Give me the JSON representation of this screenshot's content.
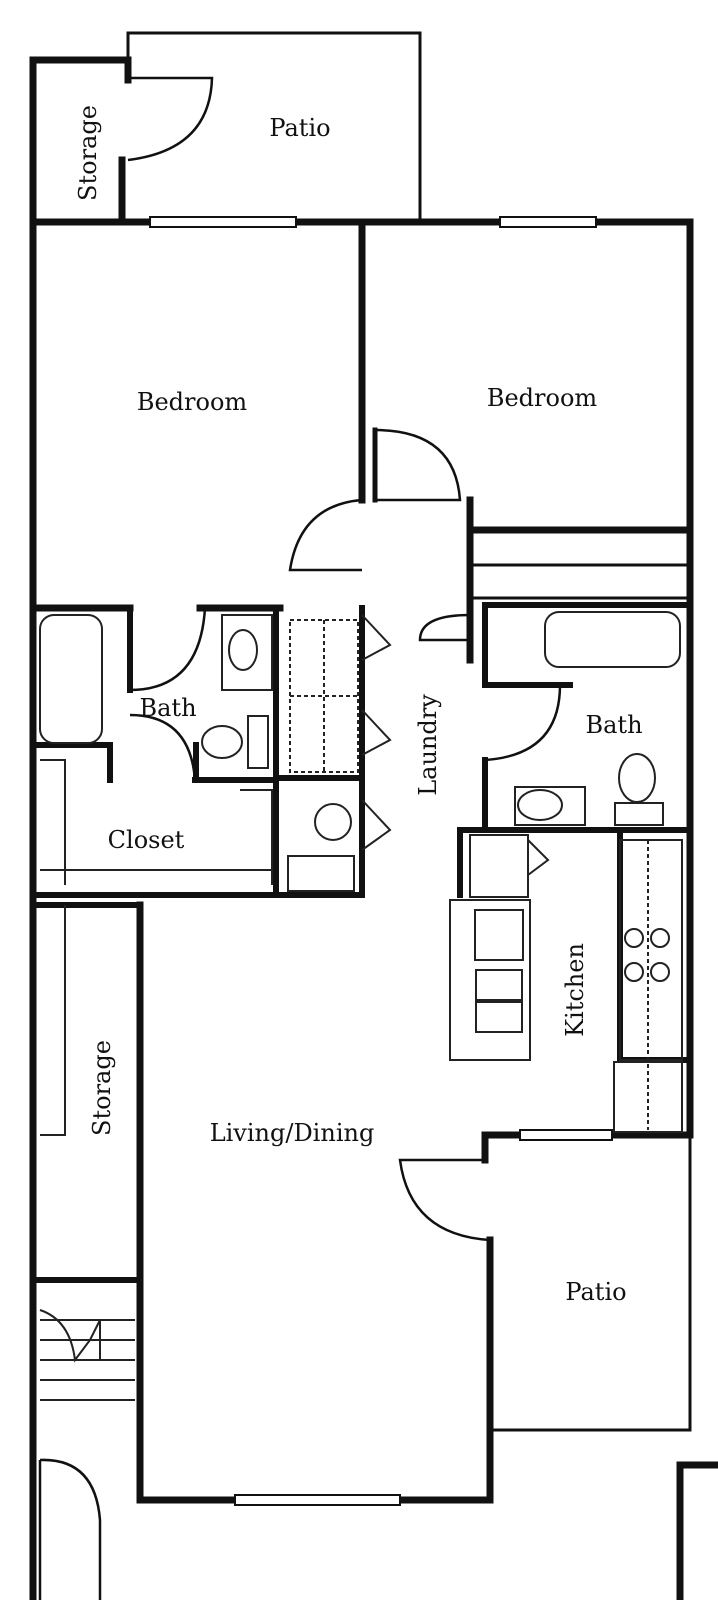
{
  "rooms": {
    "patio_top": "Patio",
    "storage_top": "Storage",
    "bedroom_left": "Bedroom",
    "bedroom_right": "Bedroom",
    "bath_left": "Bath",
    "bath_right": "Bath",
    "closet": "Closet",
    "laundry": "Laundry",
    "kitchen": "Kitchen",
    "storage_left": "Storage",
    "living_dining": "Living/Dining",
    "patio_bottom": "Patio"
  },
  "colors": {
    "wall": "#111111",
    "fixture": "#222222",
    "background": "#ffffff"
  }
}
